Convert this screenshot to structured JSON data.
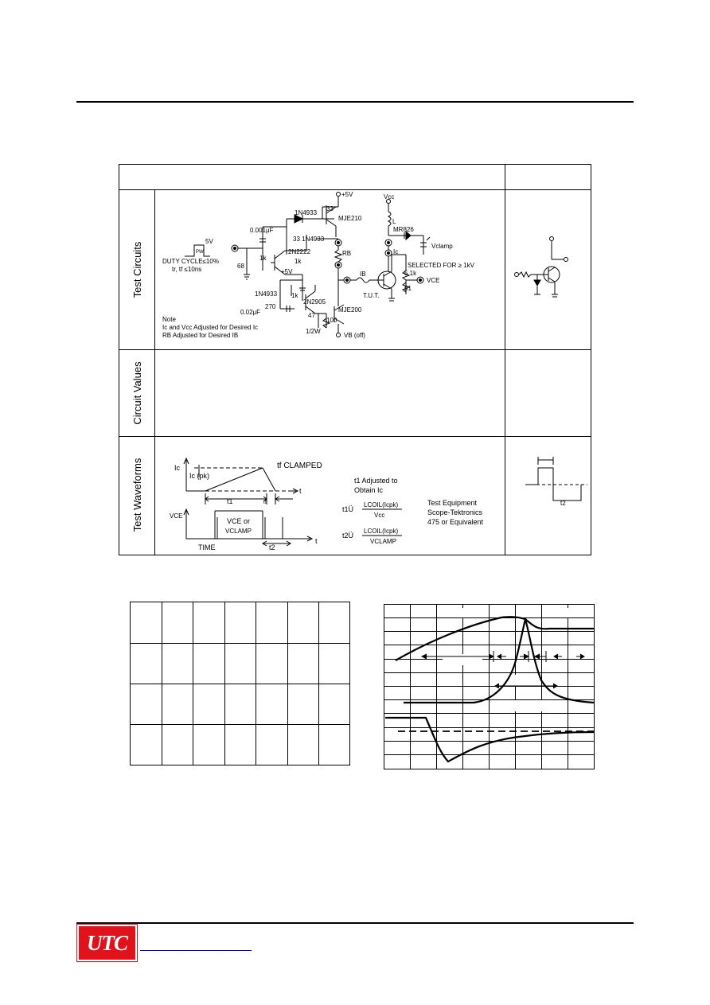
{
  "table": {
    "row_labels": [
      "Test Circuits",
      "Circuit Values",
      "Test Waveforms"
    ]
  },
  "circuit": {
    "v5": "+5V",
    "diode_1n4933_top": "1N4933",
    "r33_top": "33",
    "mje210": "MJE210",
    "pulse_5v": "5V",
    "pulse_label": "PW",
    "duty_cycle": "DUTY CYCLE≤10%",
    "tr_tf": "tr, tf ≤10ns",
    "cap_001": "0.001μF",
    "r33_1n4933": "33 1N4933",
    "r1k_a": "1k",
    "r68": "68",
    "q2n2222": "2N2222",
    "r1k_b": "1k",
    "plus5v": "+5V",
    "rb": "RB",
    "diode_1n4933_mid": "1N4933",
    "r1k_c": "1k",
    "cap_002": "0.02μF",
    "r270": "270",
    "q2n2905": "2N2905",
    "r47": "47",
    "r100": "100",
    "mje200": "MJE200",
    "r_half_w": "1/2W",
    "v_off": "VB (off)",
    "note_title": "Note",
    "note_1": "Ic and Vcc Adjusted for Desired Ic",
    "note_2": "RB Adjusted for Desired IB",
    "vcc": "Vcc",
    "inductor": "L",
    "mr826": "MR826",
    "vclamp": "Vclamp",
    "ic": "Ic",
    "selected": "SELECTED FOR ≥ 1kV",
    "ib": "IB",
    "r51k": "5.1k",
    "r51": "51",
    "vce_out": "VCE",
    "tut": "T.U.T."
  },
  "waveform": {
    "ic_axis": "Ic",
    "ic_pk": "Ic (pk)",
    "tf_clamped": "tf CLAMPED",
    "t_axis_1": "t",
    "t1": "t1",
    "tf": "tf",
    "vce_axis": "VCE",
    "vce_or": "VCE or",
    "vclamp": "VCLAMP",
    "time": "TIME",
    "t2": "t2",
    "t_axis_2": "t",
    "t1_adjusted": "t1 Adjusted to",
    "obtain_ic": "Obtain Ic",
    "t1_eq": "t1Ü",
    "t1_num": "LCOIL(Icpk)",
    "t1_den": "Vcc",
    "t2_eq": "t2Ü",
    "t2_num": "LCOIL(Icpk)",
    "t2_den": "VCLAMP",
    "equip_1": "Test Equipment",
    "equip_2": "Scope-Tektronics",
    "equip_3": "475 or Equivalent"
  },
  "right_waveform": {
    "t2": "t2"
  },
  "footer": {
    "logo_text": "UTC"
  }
}
